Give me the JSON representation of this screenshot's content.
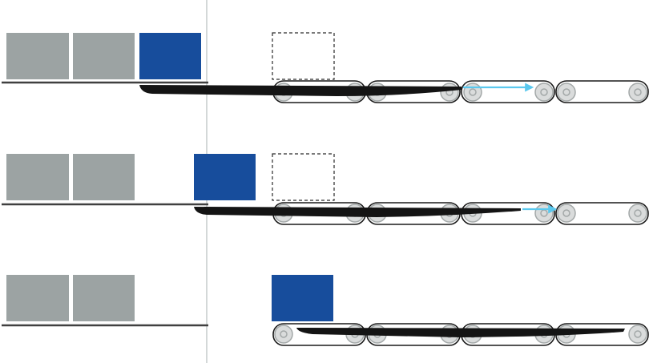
{
  "diagram": {
    "subject": "conveyor-transfer-sequence",
    "colors": {
      "background": "#ffffff",
      "waiting_box": "#9ca3a3",
      "active_box": "#174d9c",
      "rail": "#404040",
      "divider": "#d4d8d8",
      "belt_stroke": "#1a1a1a",
      "roller_fill": "#dadcdc",
      "roller_stroke": "#a3a8a8",
      "pusher": "#141414",
      "motion_arrow": "#5ac8ee",
      "placeholder_stroke": "#2a2a2a"
    },
    "stages": [
      {
        "step": 1,
        "queued_boxes": 2,
        "active_box": "on-shelf-edge",
        "target_placeholder": true,
        "pusher": "extended-far",
        "motion_arrow": true
      },
      {
        "step": 2,
        "queued_boxes": 2,
        "active_box": "past-shelf-edge",
        "target_placeholder": true,
        "pusher": "extended-near",
        "motion_arrow": true
      },
      {
        "step": 3,
        "queued_boxes": 2,
        "active_box": "on-conveyor",
        "target_placeholder": false,
        "pusher": "under-conveyor",
        "motion_arrow": false
      }
    ]
  }
}
